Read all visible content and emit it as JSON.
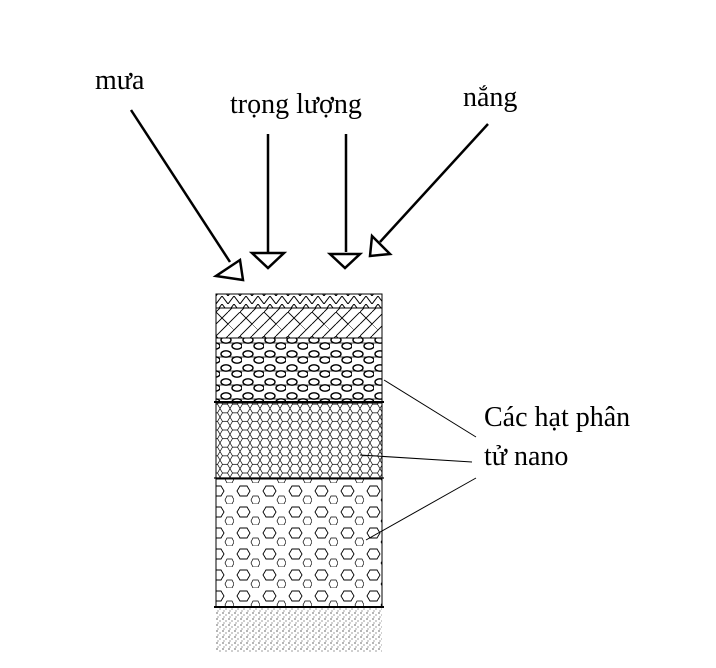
{
  "labels": {
    "rain": "mưa",
    "weight": "trọng lượng",
    "sun": "nắng",
    "nano_line1": "Các hạt phân",
    "nano_line2": "tử nano"
  },
  "colors": {
    "ink": "#000000",
    "background": "#ffffff"
  }
}
